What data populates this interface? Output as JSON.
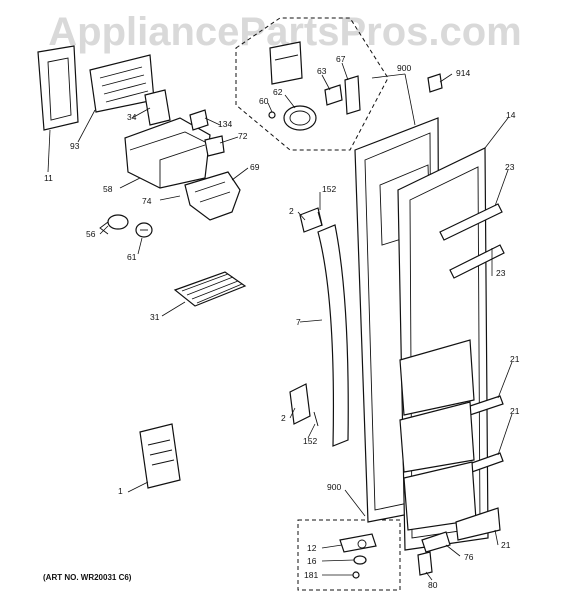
{
  "watermark": "AppliancePartsPros.com",
  "art_no": "(ART NO. WR20031 C6)",
  "callouts": [
    "900",
    "914",
    "67",
    "63",
    "62",
    "60",
    "134",
    "72",
    "34",
    "93",
    "11",
    "58",
    "69",
    "74",
    "56",
    "61",
    "152",
    "2",
    "14",
    "23",
    "23",
    "31",
    "7",
    "21",
    "21",
    "2",
    "152",
    "1",
    "900",
    "12",
    "16",
    "181",
    "76",
    "80",
    "21"
  ]
}
